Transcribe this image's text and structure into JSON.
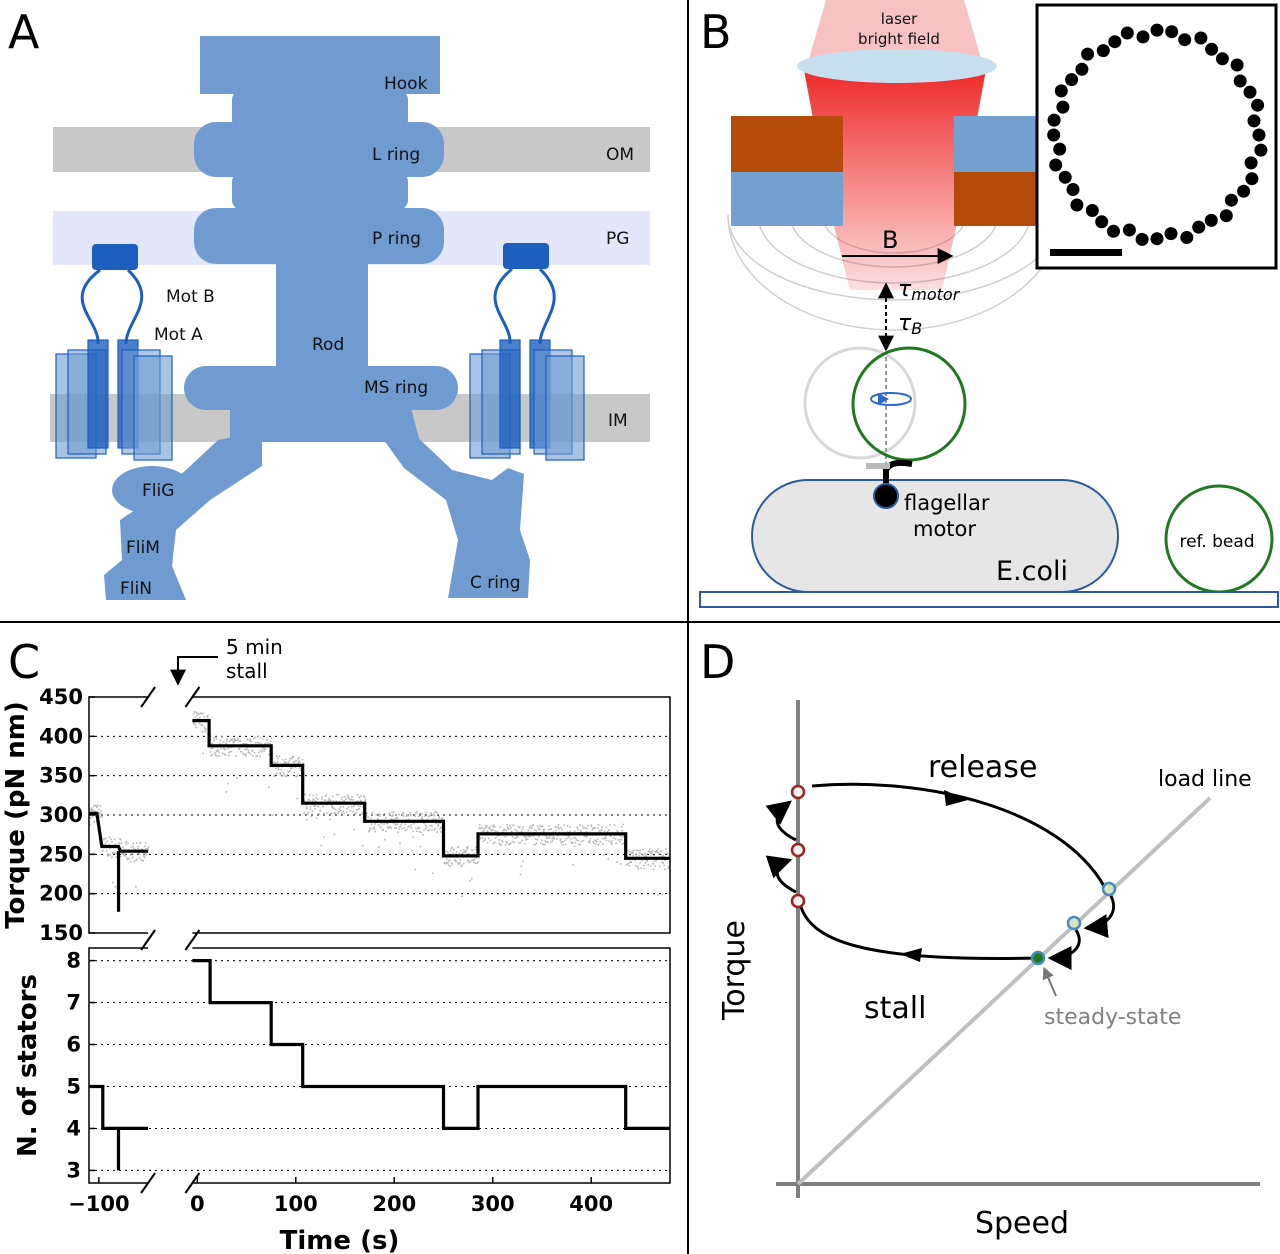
{
  "panels": {
    "A": {
      "letter": "A",
      "structure_labels": [
        "Hook",
        "L ring",
        "P ring",
        "Rod",
        "MS ring",
        "Mot B",
        "Mot A",
        "FliG",
        "FliM",
        "FliN",
        "C ring"
      ],
      "layer_labels": [
        "OM",
        "PG",
        "IM"
      ],
      "colors": {
        "motor": "#6f9bd1",
        "stator_dark": "#1d5fbf",
        "membrane": "#c8c8c8",
        "peptidoglycan": "#e4e6fa"
      }
    },
    "B": {
      "letter": "B",
      "laser_label_line1": "laser",
      "laser_label_line2": "bright field",
      "field_label": "B",
      "tau_motor_base": "τ",
      "tau_motor_sub": "motor",
      "tau_b_base": "τ",
      "tau_b_sub": "B",
      "motor_label_line1": "flagellar",
      "motor_label_line2": "motor",
      "cell_label": "E.coli",
      "ref_bead_label": "ref. bead",
      "colors": {
        "laser": "#ee2a2a",
        "magnet_brown": "#b54a0a",
        "magnet_blue": "#74a0d0",
        "bead": "#2a8a2a"
      }
    },
    "C": {
      "letter": "C",
      "annotation_line1": "5 min",
      "annotation_line2": "stall",
      "colors": {
        "step": "#000000",
        "raw": "#b0b0b0"
      }
    },
    "D": {
      "letter": "D",
      "xlabel": "Speed",
      "ylabel": "Torque",
      "release_label": "release",
      "stall_label": "stall",
      "load_line_label": "load line",
      "steady_state_label": "steady-state",
      "colors": {
        "stall_point": "#a02020",
        "release_point": "#4a8ac0",
        "steady_point": "#2a8a2a"
      }
    }
  },
  "chart_data": [
    {
      "type": "line",
      "panel": "C-top",
      "ylabel": "Torque (pN nm)",
      "ylim": [
        150,
        450
      ],
      "yticks": [
        150,
        200,
        250,
        300,
        350,
        400,
        450
      ],
      "xlim": [
        -110,
        480
      ],
      "grid": true,
      "series": [
        {
          "segment": "before-stall",
          "x": [
            -110,
            -102,
            -97,
            -80,
            -78,
            -50
          ],
          "y": [
            302,
            302,
            260,
            260,
            254,
            254
          ]
        },
        {
          "segment": "after-stall",
          "x": [
            -5,
            12,
            12,
            75,
            75,
            107,
            107,
            170,
            170,
            250,
            250,
            285,
            285,
            435,
            435,
            480
          ],
          "y": [
            420,
            420,
            388,
            388,
            363,
            363,
            315,
            315,
            292,
            292,
            248,
            248,
            276,
            276,
            245,
            245
          ]
        }
      ],
      "outlier_min": {
        "x": -80,
        "y": 177
      }
    },
    {
      "type": "line",
      "panel": "C-bottom",
      "xlabel": "Time (s)",
      "ylabel": "N. of stators",
      "ylim": [
        2.7,
        8.3
      ],
      "yticks": [
        3,
        4,
        5,
        6,
        7,
        8
      ],
      "xticks": [
        -100,
        0,
        100,
        200,
        300,
        400
      ],
      "xtick_labels": [
        "−100",
        "0",
        "100",
        "200",
        "300",
        "400"
      ],
      "xlim": [
        -110,
        480
      ],
      "grid": true,
      "series": [
        {
          "segment": "before-stall",
          "x": [
            -110,
            -96,
            -96,
            -80,
            -80,
            -80,
            -80,
            -50
          ],
          "y": [
            5,
            5,
            4,
            4,
            3,
            4,
            4,
            4
          ]
        },
        {
          "segment": "after-stall",
          "x": [
            -5,
            13,
            13,
            75,
            75,
            107,
            107,
            250,
            250,
            285,
            285,
            435,
            435,
            480
          ],
          "y": [
            8,
            8,
            7,
            7,
            6,
            6,
            5,
            5,
            4,
            4,
            5,
            5,
            4,
            4
          ]
        }
      ]
    }
  ]
}
